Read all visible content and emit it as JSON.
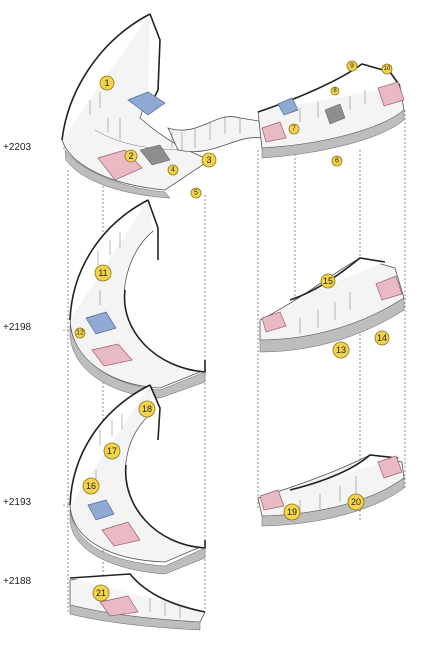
{
  "levels": {
    "l2203": "+2203",
    "l2198": "+2198",
    "l2193": "+2193",
    "l2188": "+2188"
  },
  "markers": [
    {
      "id": "1",
      "label": "1"
    },
    {
      "id": "2",
      "label": "2"
    },
    {
      "id": "3",
      "label": "3"
    },
    {
      "id": "4",
      "label": "4"
    },
    {
      "id": "5",
      "label": "5"
    },
    {
      "id": "6",
      "label": "6"
    },
    {
      "id": "7",
      "label": "7"
    },
    {
      "id": "8",
      "label": "8"
    },
    {
      "id": "9",
      "label": "9"
    },
    {
      "id": "10",
      "label": "10"
    },
    {
      "id": "11",
      "label": "11"
    },
    {
      "id": "12",
      "label": "12"
    },
    {
      "id": "13",
      "label": "13"
    },
    {
      "id": "14",
      "label": "14"
    },
    {
      "id": "15",
      "label": "15"
    },
    {
      "id": "16",
      "label": "16"
    },
    {
      "id": "17",
      "label": "17"
    },
    {
      "id": "18",
      "label": "18"
    },
    {
      "id": "19",
      "label": "19"
    },
    {
      "id": "20",
      "label": "20"
    },
    {
      "id": "21",
      "label": "21"
    }
  ],
  "colors": {
    "marker_fill": "#f3d34a",
    "highlight_pink": "#e9b9c4",
    "highlight_blue": "#8fa9d2"
  }
}
